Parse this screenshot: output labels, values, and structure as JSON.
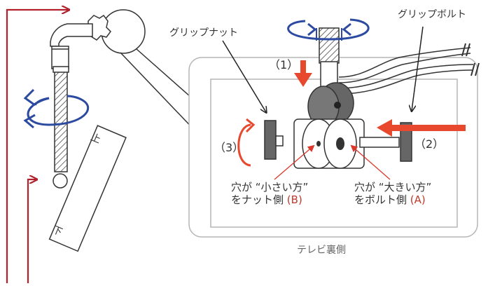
{
  "labels": {
    "grip_nut": "グリップナット",
    "grip_bolt": "グリップボルト",
    "step1": "（1）",
    "step2": "（2）",
    "step3": "（3）",
    "small_hole_line1": "穴が “小さい方”",
    "small_hole_line2": "をナット側",
    "small_hole_tag": "(B)",
    "large_hole_line1": "穴が “大きい方”",
    "large_hole_line2": "をボルト側",
    "large_hole_tag": "(A)",
    "tv_back": "テレビ裏側",
    "mark_top": "上",
    "mark_bottom": "下"
  },
  "colors": {
    "red_arrow": "#e8482e",
    "dark_red_line": "#b3222c",
    "blue_rotation": "#2c4aa0",
    "parts_gray": "#666666",
    "outline": "#333333",
    "panel_border": "#b5b5b5"
  },
  "icons": [
    "rotation-arrow-icon",
    "push-arrow-icon",
    "pointer-arrow-icon"
  ]
}
